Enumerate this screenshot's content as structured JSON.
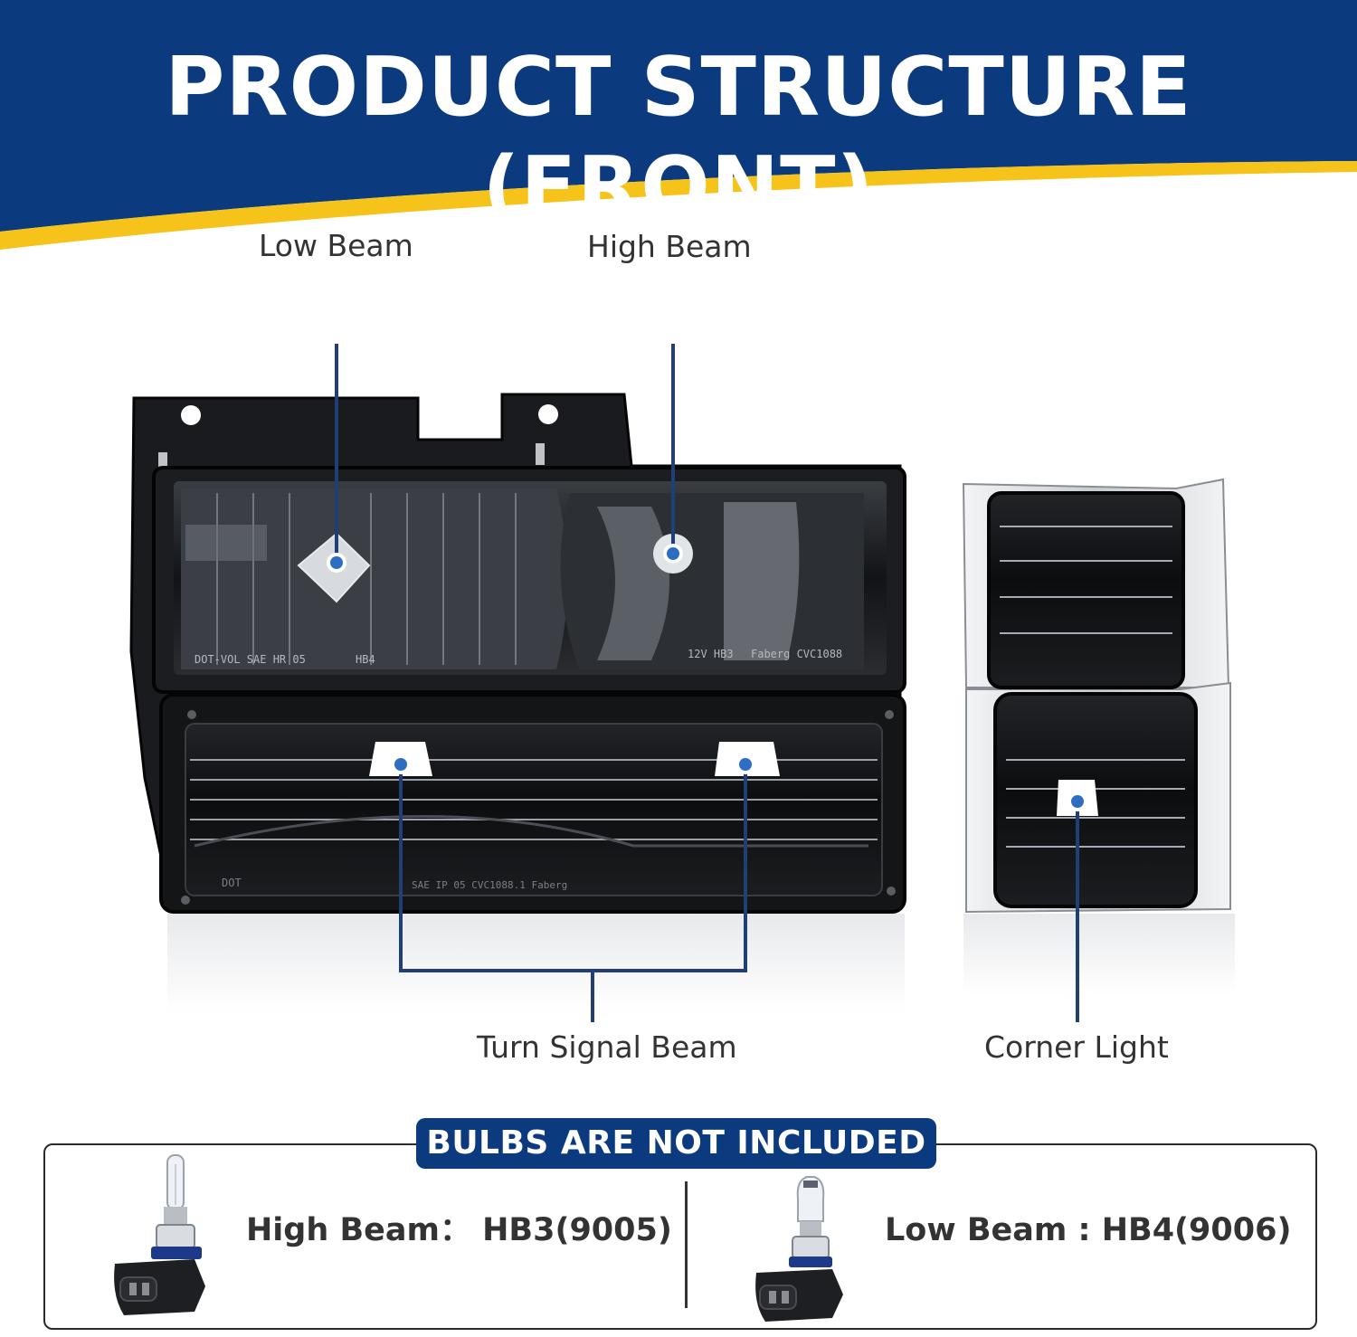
{
  "header": {
    "title": "PRODUCT STRUCTURE (FRONT)",
    "colors": {
      "banner": "#0b3a7e",
      "stripe": "#f5c31a"
    }
  },
  "callouts": {
    "low_beam": "Low Beam",
    "high_beam": "High Beam",
    "turn_signal": "Turn Signal Beam",
    "corner_light": "Corner Light",
    "line_color": "#1f3f75"
  },
  "bulbs": {
    "badge": "BULBS ARE NOT INCLUDED",
    "high_beam": "High Beam： HB3(9005)",
    "low_beam": "Low Beam : HB4(9006)"
  },
  "lens_markings": {
    "low_left": "DOT-VOL SAE HR 05",
    "low_right": "HB4",
    "high_left": "12V HB3",
    "high_right": "Faberg CVC1088",
    "signal": "SAE IP 05 CVC1088.1 Faberg",
    "signal_dot": "DOT"
  }
}
